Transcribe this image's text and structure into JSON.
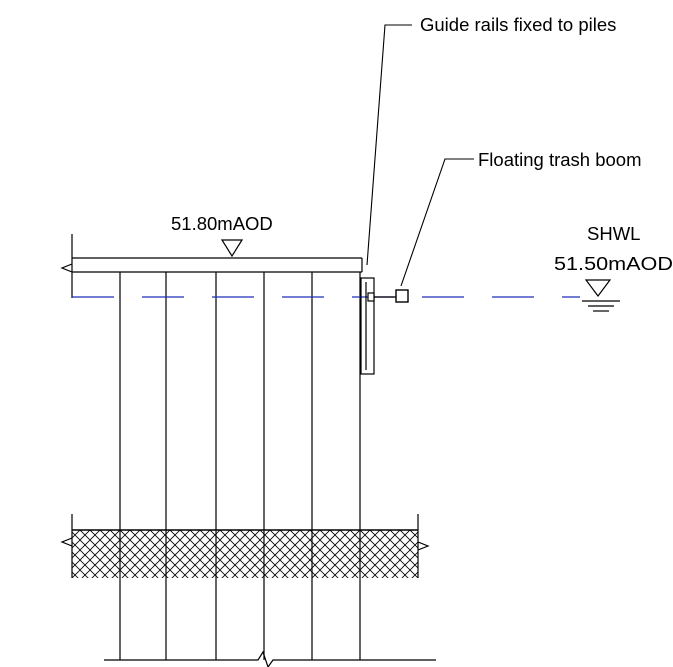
{
  "labels": {
    "guide_rails": "Guide rails fixed to piles",
    "trash_boom": "Floating trash boom",
    "deck_level": "51.80mAOD",
    "shwl_title": "SHWL",
    "shwl_level": "51.50mAOD"
  },
  "colors": {
    "line": "#000000",
    "water_line": "#1f2fb8",
    "background": "#ffffff"
  }
}
